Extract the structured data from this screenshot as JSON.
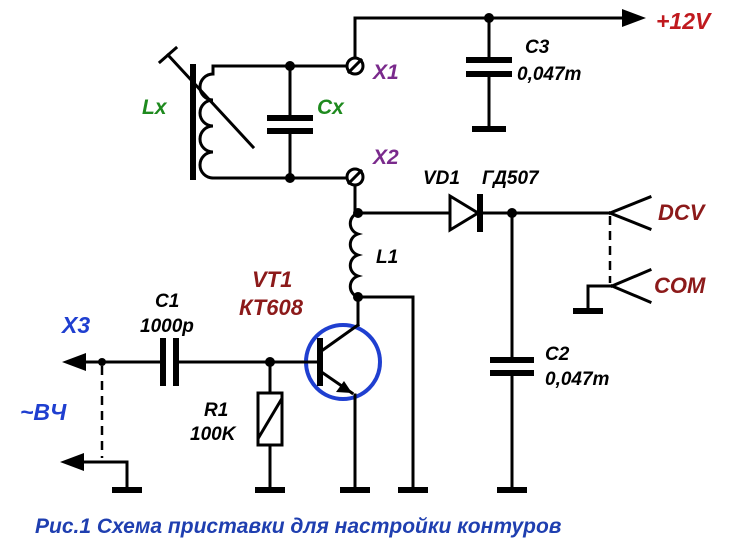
{
  "colors": {
    "supply": "#c0191e",
    "probe_terminals": "#8c1a1a",
    "contour": "#1e8a1e",
    "connectors": "#7a2a8c",
    "hf_input": "#1f3fd0",
    "transistor_ring": "#1f3fd0",
    "caption": "#1f3fb0"
  },
  "labels": {
    "supply": "+12V",
    "c3_name": "C3",
    "c3_value": "0,047m",
    "x1": "X1",
    "x2": "X2",
    "lx": "Lx",
    "cx": "Cx",
    "vd1_name": "VD1",
    "vd1_type": "ГД507",
    "dcv": "DCV",
    "com": "COM",
    "l1": "L1",
    "vt1_name": "VT1",
    "vt1_type": "КТ608",
    "c1_name": "C1",
    "c1_value": "1000p",
    "x3": "X3",
    "hf": "~ВЧ",
    "r1_name": "R1",
    "r1_value": "100K",
    "c2_name": "C2",
    "c2_value": "0,047m"
  },
  "caption": "Рис.1 Схема приставки для настройки контуров"
}
